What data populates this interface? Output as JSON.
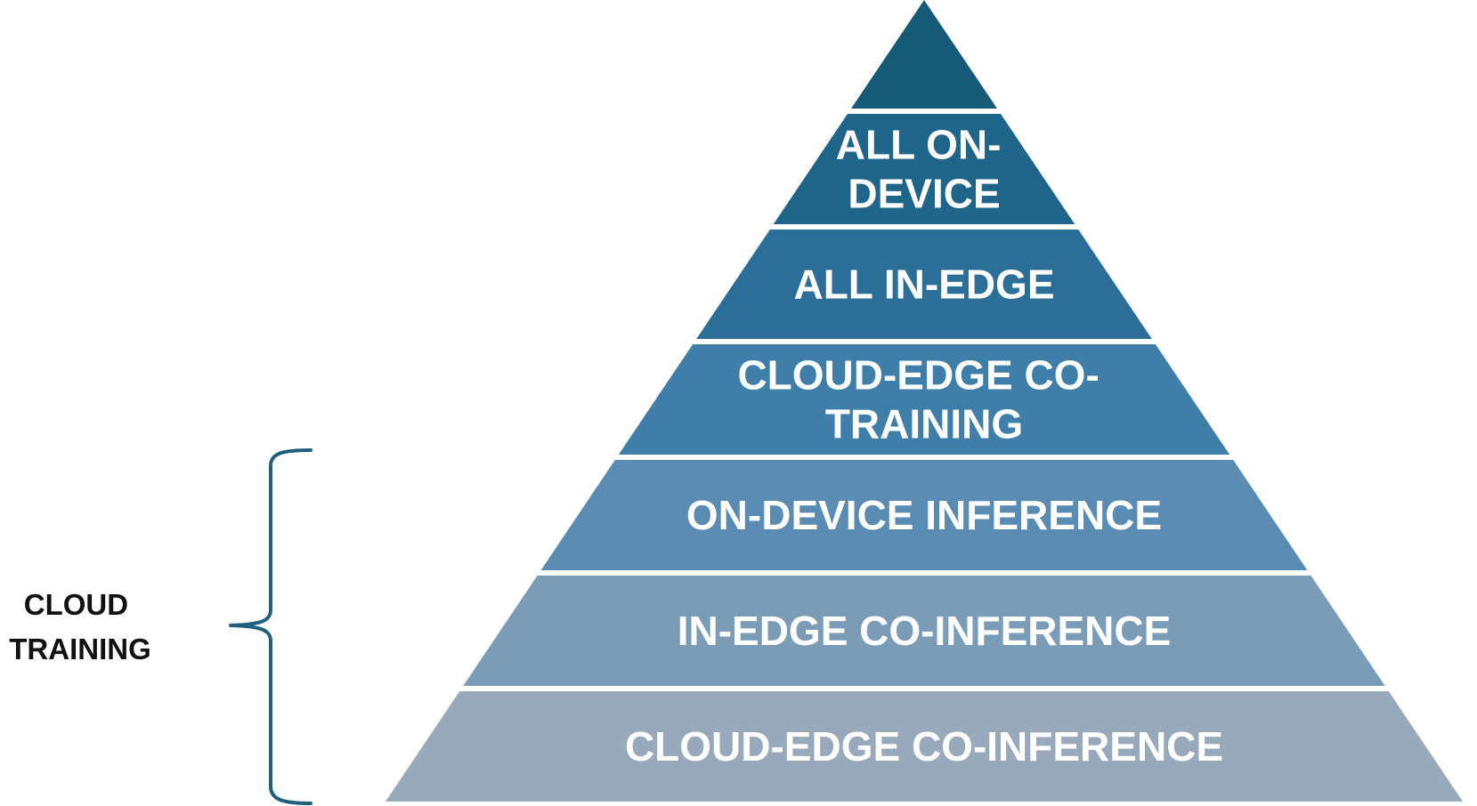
{
  "pyramid": {
    "apex_color": "#165a78",
    "layers": [
      {
        "lines": [
          "ALL ON-",
          "DEVICE"
        ],
        "color": "#1f6489"
      },
      {
        "lines": [
          "ALL IN-EDGE"
        ],
        "color": "#2b6f99"
      },
      {
        "lines": [
          "CLOUD-EDGE CO-",
          "TRAINING"
        ],
        "color": "#3e7ea9"
      },
      {
        "lines": [
          "ON-DEVICE INFERENCE"
        ],
        "color": "#5a8bb3"
      },
      {
        "lines": [
          "IN-EDGE CO-INFERENCE"
        ],
        "color": "#7b9cb7"
      },
      {
        "lines": [
          "CLOUD-EDGE CO-INFERENCE"
        ],
        "color": "#97a9ba"
      }
    ]
  },
  "side_label": {
    "lines": [
      "CLOUD",
      "TRAINING"
    ],
    "brace_color": "#1f5f7c"
  }
}
